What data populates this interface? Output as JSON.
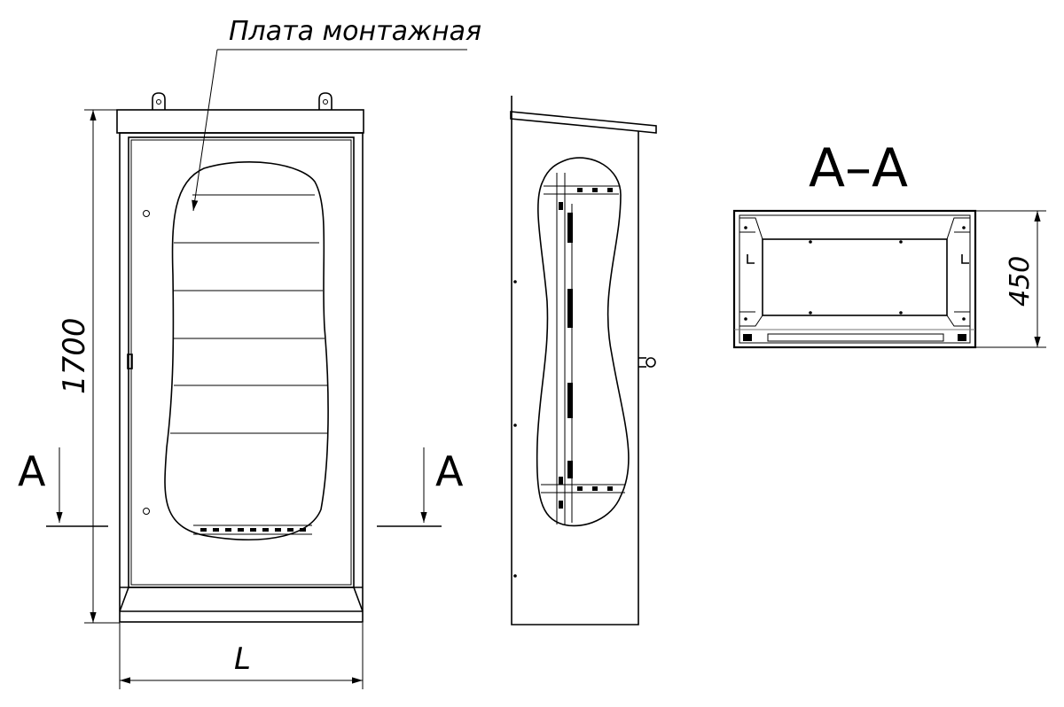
{
  "diagram": {
    "callout": "Плата монтажная",
    "dim_height": "1700",
    "dim_width": "L",
    "dim_depth": "450",
    "section_marker_left": "A",
    "section_marker_right": "A",
    "section_title": "A–A"
  }
}
